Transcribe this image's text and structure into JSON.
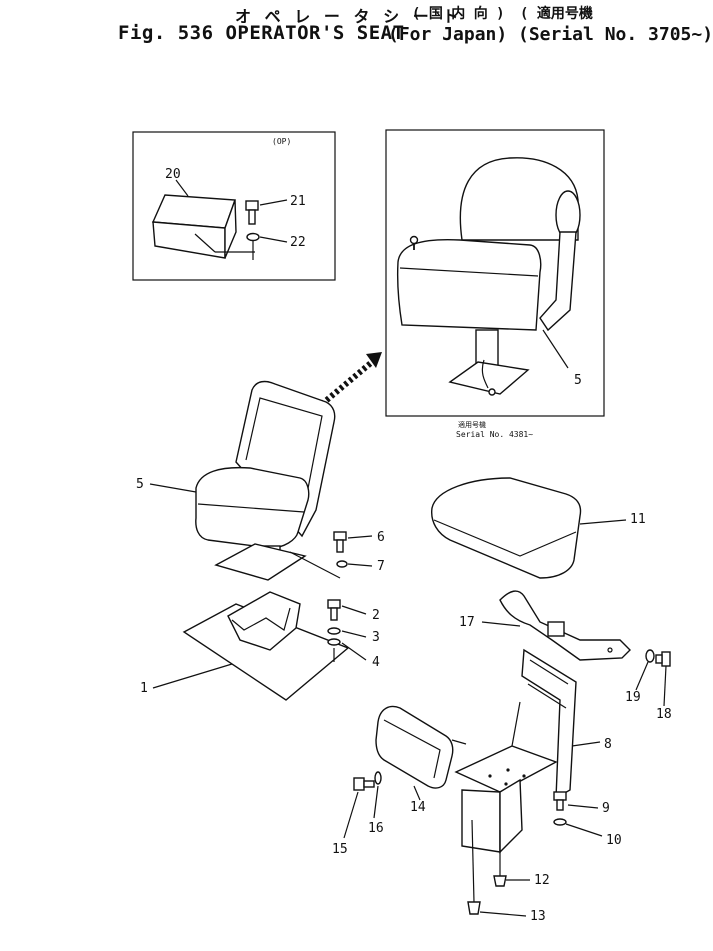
{
  "header": {
    "jp_title": "オ ペ レ ー タ シ ー ト",
    "jp_region": "( 国 内 向 )",
    "jp_applicability": "( 適用号機",
    "fig_title": "Fig. 536 OPERATOR'S SEAT",
    "region": "(For Japan)",
    "serial": "(Serial No. 3705~)"
  },
  "inset_option": {
    "tag": "(OP)"
  },
  "inset_seat": {
    "applicability_jp": "適用号機",
    "serial": "Serial No. 4381~"
  },
  "part_numbers": {
    "p1": "1",
    "p2": "2",
    "p3": "3",
    "p4": "4",
    "p5a": "5",
    "p5b": "5",
    "p6": "6",
    "p7": "7",
    "p8": "8",
    "p9": "9",
    "p10": "10",
    "p11": "11",
    "p12": "12",
    "p13": "13",
    "p14": "14",
    "p15": "15",
    "p16": "16",
    "p17": "17",
    "p18": "18",
    "p19": "19",
    "p20": "20",
    "p21": "21",
    "p22": "22"
  }
}
